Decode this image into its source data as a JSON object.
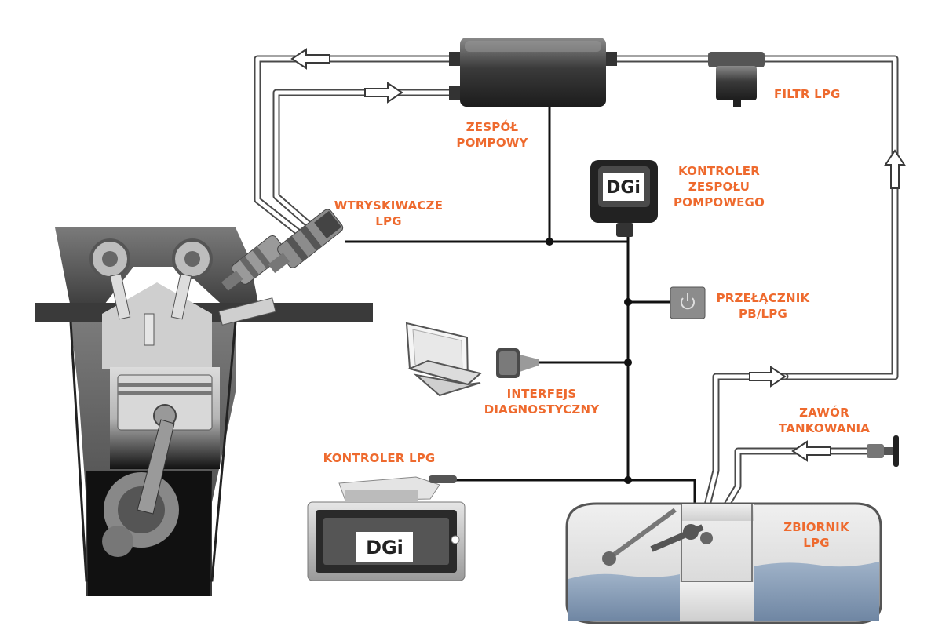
{
  "labels": {
    "pump_unit": [
      "ZESPÓŁ",
      "POMPOWY"
    ],
    "lpg_filter": [
      "FILTR LPG"
    ],
    "pump_controller": [
      "KONTROLER",
      "ZESPOŁU",
      "POMPOWEGO"
    ],
    "injectors": [
      "WTRYSKIWACZE",
      "LPG"
    ],
    "switch": [
      "PRZEŁĄCZNIK",
      "PB/LPG"
    ],
    "diag_interface": [
      "INTERFEJS",
      "DIAGNOSTYCZNY"
    ],
    "filling_valve": [
      "ZAWÓR",
      "TANKOWANIA"
    ],
    "lpg_controller": [
      "KONTROLER LPG"
    ],
    "tank": [
      "ZBIORNIK",
      "LPG"
    ]
  },
  "logo": "DGi",
  "colors": {
    "label": "#ee6a2e",
    "wire": "#111111",
    "pipe": "#4a4a4a",
    "fuel": "#8fa3bd"
  }
}
